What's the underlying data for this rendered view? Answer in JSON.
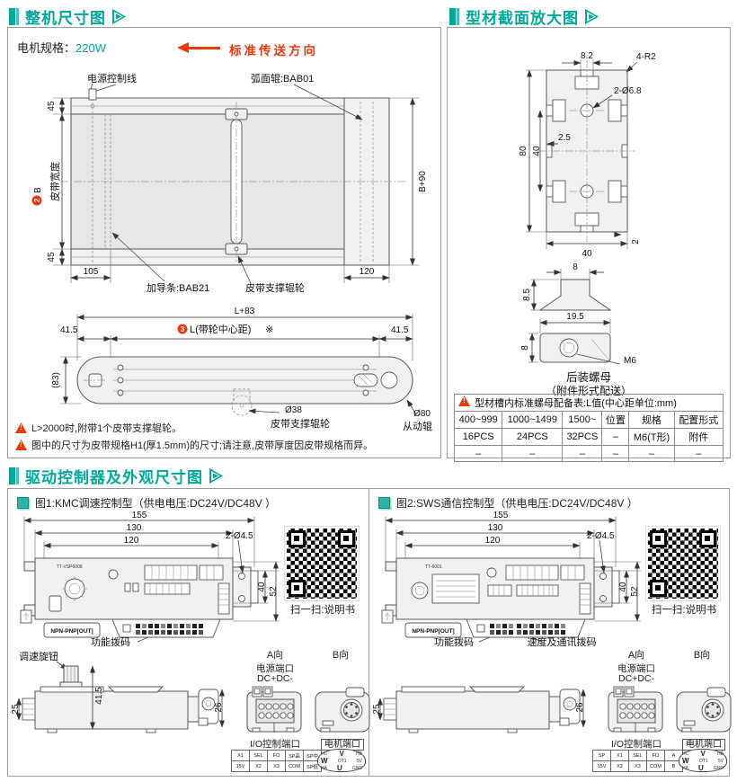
{
  "colors": {
    "teal": "#00a79b",
    "red": "#e8380d"
  },
  "overall": {
    "title": "整机尺寸图",
    "motor_label": "电机规格：",
    "motor_value": "220W",
    "direction": "标准传送方向",
    "top_view": {
      "power_line": "电源控制线",
      "arc_roller": "弧面辊:BAB01",
      "guide": "加导条:BAB21",
      "support": "皮带支撑辊轮",
      "dim_top": "45",
      "dim_bottom": "45",
      "belt_num": "2",
      "belt_letter": "B",
      "belt_label": "皮带宽度",
      "dim_right": "B+90",
      "dim_105": "105",
      "dim_120": "120"
    },
    "side_view": {
      "dim_l83": "L+83",
      "l_num": "3",
      "l_label": "L(带轮中心距)",
      "l_star": "※",
      "d415l": "41.5",
      "d415r": "41.5",
      "h83": "(83)",
      "d38": "Ø38",
      "support": "皮带支撑辊轮",
      "d80": "Ø80",
      "driven": "从动辊"
    },
    "notes": [
      "L>2000时,附带1个皮带支撑辊轮。",
      "图中的尺寸为皮带规格H1(厚1.5mm)的尺寸;请注意,皮带厚度因皮带规格而异。"
    ]
  },
  "profile": {
    "title": "型材截面放大图",
    "dim_82": "8.2",
    "dim_4r2": "4-R2",
    "dim_d68": "2-Ø6.8",
    "dim_25": "2.5",
    "dim_80": "80",
    "dim_40i": "40",
    "dim_40b": "40",
    "dim_2": "2",
    "nut_dim_8t": "8",
    "nut_dim_85": "8.5",
    "nut_dim_195": "19.5",
    "nut_dim_8s": "8",
    "nut_m6": "M6",
    "nut_caption": "后装螺母",
    "nut_caption2": "（附件形式配送）",
    "table": {
      "caption": "型材槽内标准螺母配备表:L值(中心距单位:mm)",
      "headers": [
        "400~999",
        "1000~1499",
        "1500~",
        "位置",
        "规格",
        "配置形式"
      ],
      "rows": [
        [
          "16PCS",
          "24PCS",
          "32PCS",
          "–",
          "M6(T形)",
          "附件"
        ],
        [
          "–",
          "–",
          "–",
          "–",
          "–",
          "–"
        ]
      ]
    }
  },
  "drivers": {
    "title": "驱动控制器及外观尺寸图",
    "fig1": {
      "caption": "图1:KMC调速控制型（供电电压:DC24V/DC48V ）",
      "model": "TT-VSP6008",
      "npn": "NPN-PNP[OUT]",
      "dim_155": "155",
      "dim_130": "130",
      "dim_120": "120",
      "dim_holes": "2-Ø4.5",
      "dim_40": "40",
      "dim_52": "52",
      "dim_25": "25",
      "dim_26": "26",
      "dim_415": "41.5",
      "knob_label": "调速旋钮",
      "dip_label": "功能拨码",
      "qr_label": "扫一扫:说明书",
      "a_dir": "A向",
      "b_dir": "B向",
      "power_label": "电源端口",
      "dc_label": "DC+DC-",
      "io_label": "I/O控制端口",
      "motor_label": "电机端口",
      "io_table": [
        [
          "X1",
          "SEL",
          "FO",
          "SP高",
          "SP中"
        ],
        [
          "15V",
          "X2",
          "X3",
          "COM",
          "SP低"
        ]
      ],
      "pins": {
        "r1": [
          "HC",
          "V",
          "HB"
        ],
        "r2": [
          "W",
          "OT1",
          "5V"
        ],
        "r3": [
          "HA",
          "U",
          "GND"
        ]
      }
    },
    "fig2": {
      "caption": "图2:SWS通信控制型（供电电压:DC24V/DC48V ）",
      "model": "TT-6001",
      "npn": "NPN-PNP[OUT]",
      "dim_155": "155",
      "dim_130": "130",
      "dim_120": "120",
      "dim_holes": "2-Ø4.5",
      "dim_40": "40",
      "dim_52": "52",
      "dim_25": "25",
      "dim_26": "26",
      "dip_label": "功能拨码",
      "dip2_label": "速度及通讯拨码",
      "qr_label": "扫一扫:说明书",
      "a_dir": "A向",
      "b_dir": "B向",
      "power_label": "电源端口",
      "dc_label": "DC+DC-",
      "io_label": "I/O控制端口",
      "motor_label": "电机端口",
      "io_table": [
        [
          "SP",
          "X1",
          "SEL",
          "FO",
          "A"
        ],
        [
          "15V",
          "X2",
          "X3",
          "COM",
          "B"
        ]
      ],
      "pins": {
        "r1": [
          "HC",
          "V",
          "HB"
        ],
        "r2": [
          "W",
          "OT1",
          "5V"
        ],
        "r3": [
          "HA",
          "U",
          "GND"
        ]
      }
    }
  }
}
